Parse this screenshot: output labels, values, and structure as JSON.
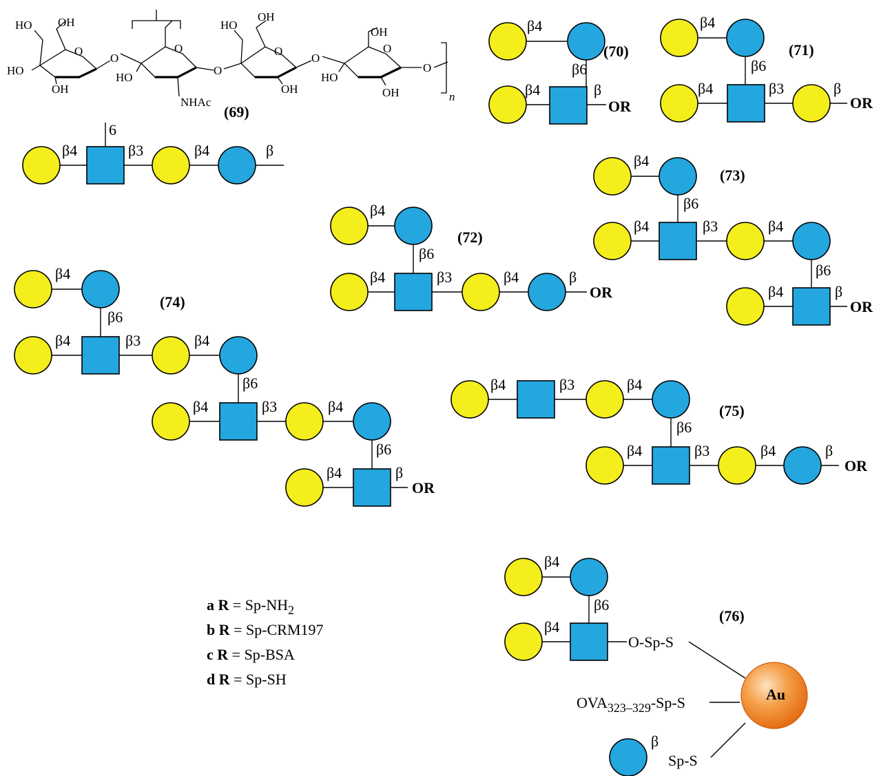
{
  "compounds": {
    "c69": "69",
    "c70": "70",
    "c71": "71",
    "c72": "72",
    "c73": "73",
    "c74": "74",
    "c75": "75",
    "c76": "76"
  },
  "linkage": {
    "b4": "β4",
    "b6": "β6",
    "b3": "β3",
    "b": "β",
    "six": "6"
  },
  "chem69": {
    "ho": "HO",
    "oh": "OH",
    "o": "O",
    "nhac": "NHAc",
    "n": "n"
  },
  "aglycone": "OR",
  "r_definitions": [
    {
      "letter": "a",
      "r": "R",
      "eq": " = Sp-NH",
      "sub": "2"
    },
    {
      "letter": "b",
      "r": "R",
      "eq": " = Sp-CRM197",
      "sub": ""
    },
    {
      "letter": "c",
      "r": "R",
      "eq": " = Sp-BSA",
      "sub": ""
    },
    {
      "letter": "d",
      "r": "R",
      "eq": " = Sp-SH",
      "sub": ""
    }
  ],
  "c76_labels": {
    "osps": "O-Sp-S",
    "ova": "OVA",
    "ova_sub": "323–329",
    "ova_tail": "-Sp-S",
    "sps": "Sp-S",
    "au": "Au"
  },
  "colors": {
    "galactose": "#f4ee1c",
    "glucose": "#24a6df",
    "glcnac": "#24a6df",
    "gold_nanoparticle": "#f08a1c"
  }
}
